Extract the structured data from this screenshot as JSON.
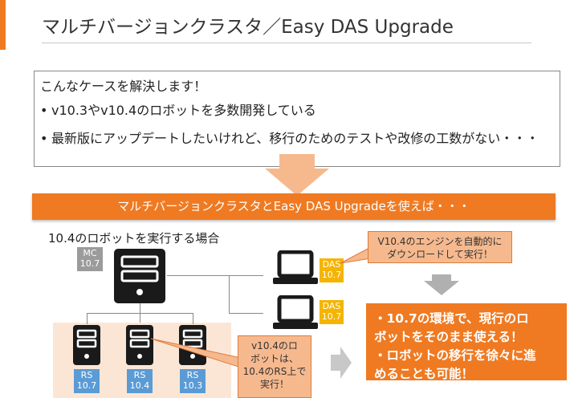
{
  "slide": {
    "title": "マルチバージョンクラスタ／Easy DAS Upgrade",
    "problem": {
      "heading": "こんなケースを解決します！",
      "bullets": [
        "v10.3やv10.4のロボットを多数開発している",
        "最新版にアップデートしたいけれど、移行のためのテストや改修の工数がない・・・"
      ],
      "bullet_marker": "•"
    },
    "banner": "マルチバージョンクラスタとEasy DAS Upgradeを使えば・・・",
    "scenario_label": "10.4のロボットを実行する場合",
    "mc": {
      "label": "MC",
      "version": "10.7"
    },
    "das": [
      {
        "label": "DAS",
        "version": "10.7"
      },
      {
        "label": "DAS",
        "version": "10.7"
      }
    ],
    "rs": [
      {
        "label": "RS",
        "version": "10.7"
      },
      {
        "label": "RS",
        "version": "10.4"
      },
      {
        "label": "RS",
        "version": "10.3"
      }
    ],
    "callout_download": [
      "V10.4のエンジンを自動的に",
      "ダウンロードして実行！"
    ],
    "callout_rs": [
      "v10.4のロ",
      "ボットは、",
      "10.4のRS上で",
      "実行！"
    ],
    "result": [
      "・10.7の環境で、現行のロ",
      "ボットをそのまま使える！",
      "・ロボットの移行を徐々に進",
      "めることも可能！"
    ]
  },
  "colors": {
    "accent": "#ef7a22",
    "peach": "#f6b98e",
    "rs_area": "#fbe6d6",
    "badge_gray": "#9b9b9b",
    "badge_yellow": "#f5b400",
    "badge_blue": "#5b9bd5"
  },
  "icons": [
    "server-icon",
    "laptop-icon",
    "down-arrow-icon",
    "right-arrow-icon"
  ]
}
